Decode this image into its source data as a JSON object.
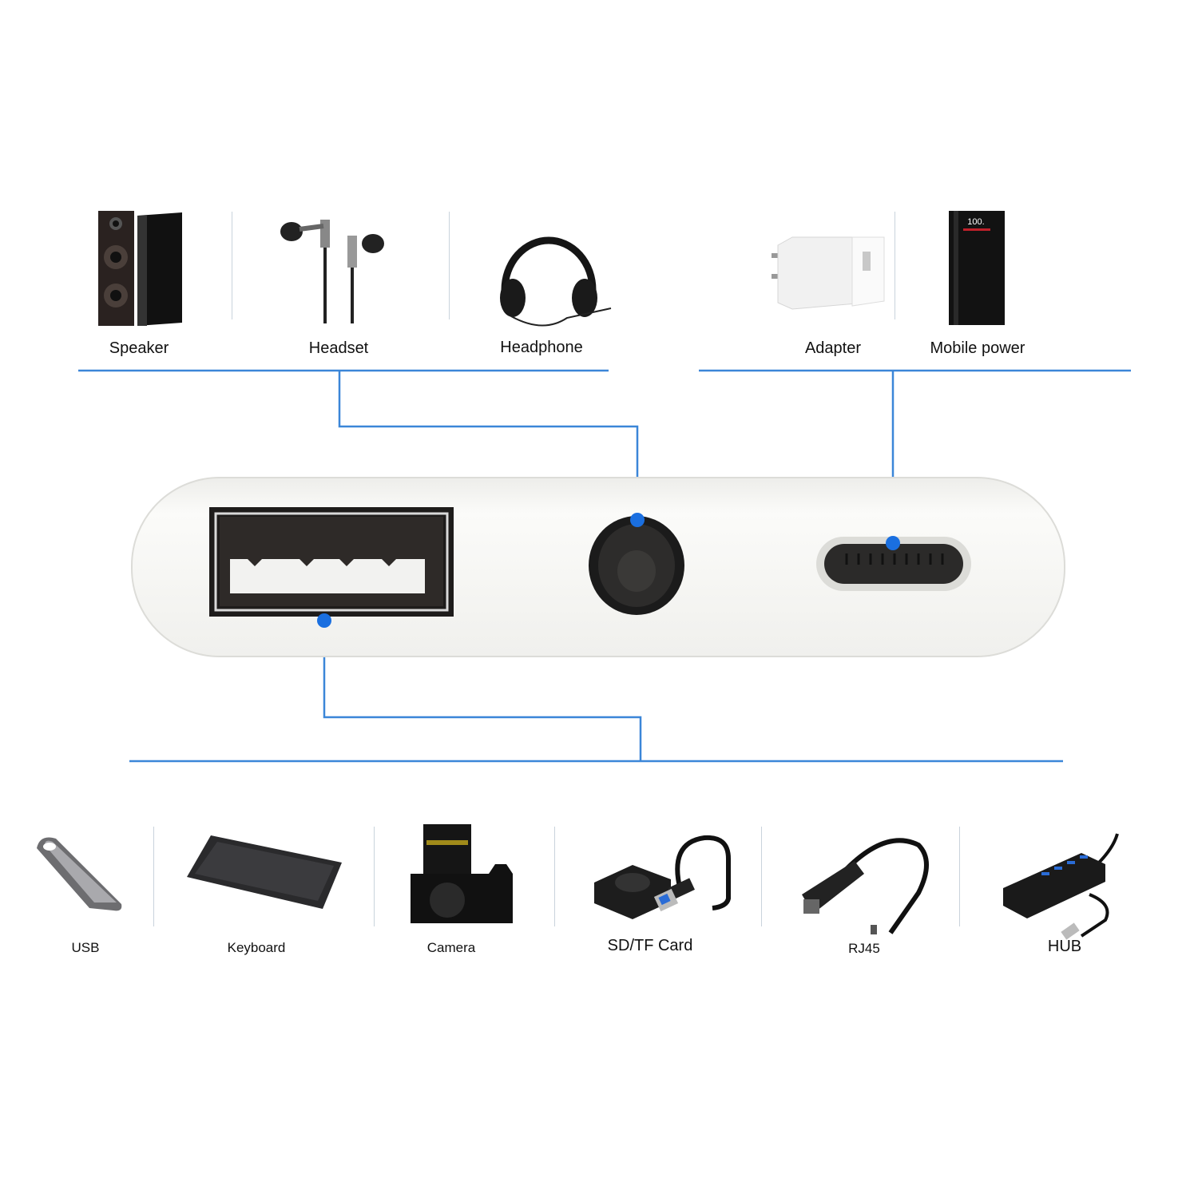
{
  "colors": {
    "accent": "#2f7fd6",
    "dot": "#1a6fe0",
    "device": "#f6f6f4",
    "icon_dark": "#1b1b1b"
  },
  "top_left_group": {
    "port": "audio-jack",
    "items": [
      {
        "label": "Speaker",
        "icon": "speaker-icon"
      },
      {
        "label": "Headset",
        "icon": "earphones-icon"
      },
      {
        "label": "Headphone",
        "icon": "headphones-icon"
      }
    ]
  },
  "top_right_group": {
    "port": "lightning-port",
    "items": [
      {
        "label": "Adapter",
        "icon": "power-adapter-icon"
      },
      {
        "label": "Mobile power",
        "icon": "power-bank-icon"
      }
    ]
  },
  "bottom_group": {
    "port": "usb-a-port",
    "items": [
      {
        "label": "USB",
        "icon": "usb-flash-drive-icon"
      },
      {
        "label": "Keyboard",
        "icon": "keyboard-icon"
      },
      {
        "label": "Camera",
        "icon": "camera-icon"
      },
      {
        "label": "SD/TF Card",
        "icon": "card-reader-icon"
      },
      {
        "label": "RJ45",
        "icon": "ethernet-adapter-icon"
      },
      {
        "label": "HUB",
        "icon": "usb-hub-icon"
      }
    ]
  },
  "device": {
    "ports": [
      "usb-a-port",
      "audio-jack",
      "lightning-port"
    ]
  }
}
